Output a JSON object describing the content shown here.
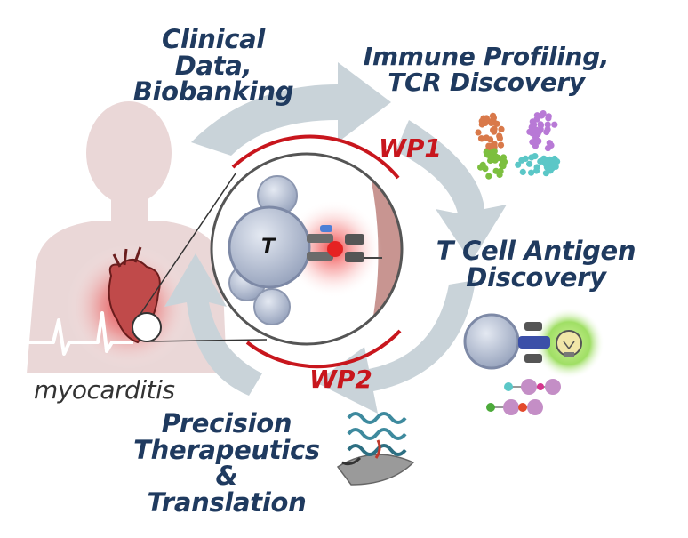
{
  "labels": {
    "clinical_line1": "Clinical Data,",
    "clinical_line2": "Biobanking",
    "immune_line1": "Immune Profiling,",
    "immune_line2": "TCR Discovery",
    "antigen_line1": "T Cell Antigen",
    "antigen_line2": "Discovery",
    "precision_line1": "Precision",
    "precision_line2": "Therapeutics",
    "precision_line3": "& Translation",
    "wp1": "WP1",
    "wp2": "WP2",
    "myocarditis": "myocarditis",
    "t_cell": "T"
  },
  "colors": {
    "label_navy": "#1f3a5f",
    "wp_red": "#c8161d",
    "arrow_gray": "#c9d3d9",
    "body_pink": "#ead7d7",
    "tcell_blue": "#b9c3d6",
    "cluster_orange": "#d9794a",
    "cluster_purple": "#b879d6",
    "cluster_green": "#7cbf3f",
    "cluster_cyan": "#5bc7c7"
  }
}
